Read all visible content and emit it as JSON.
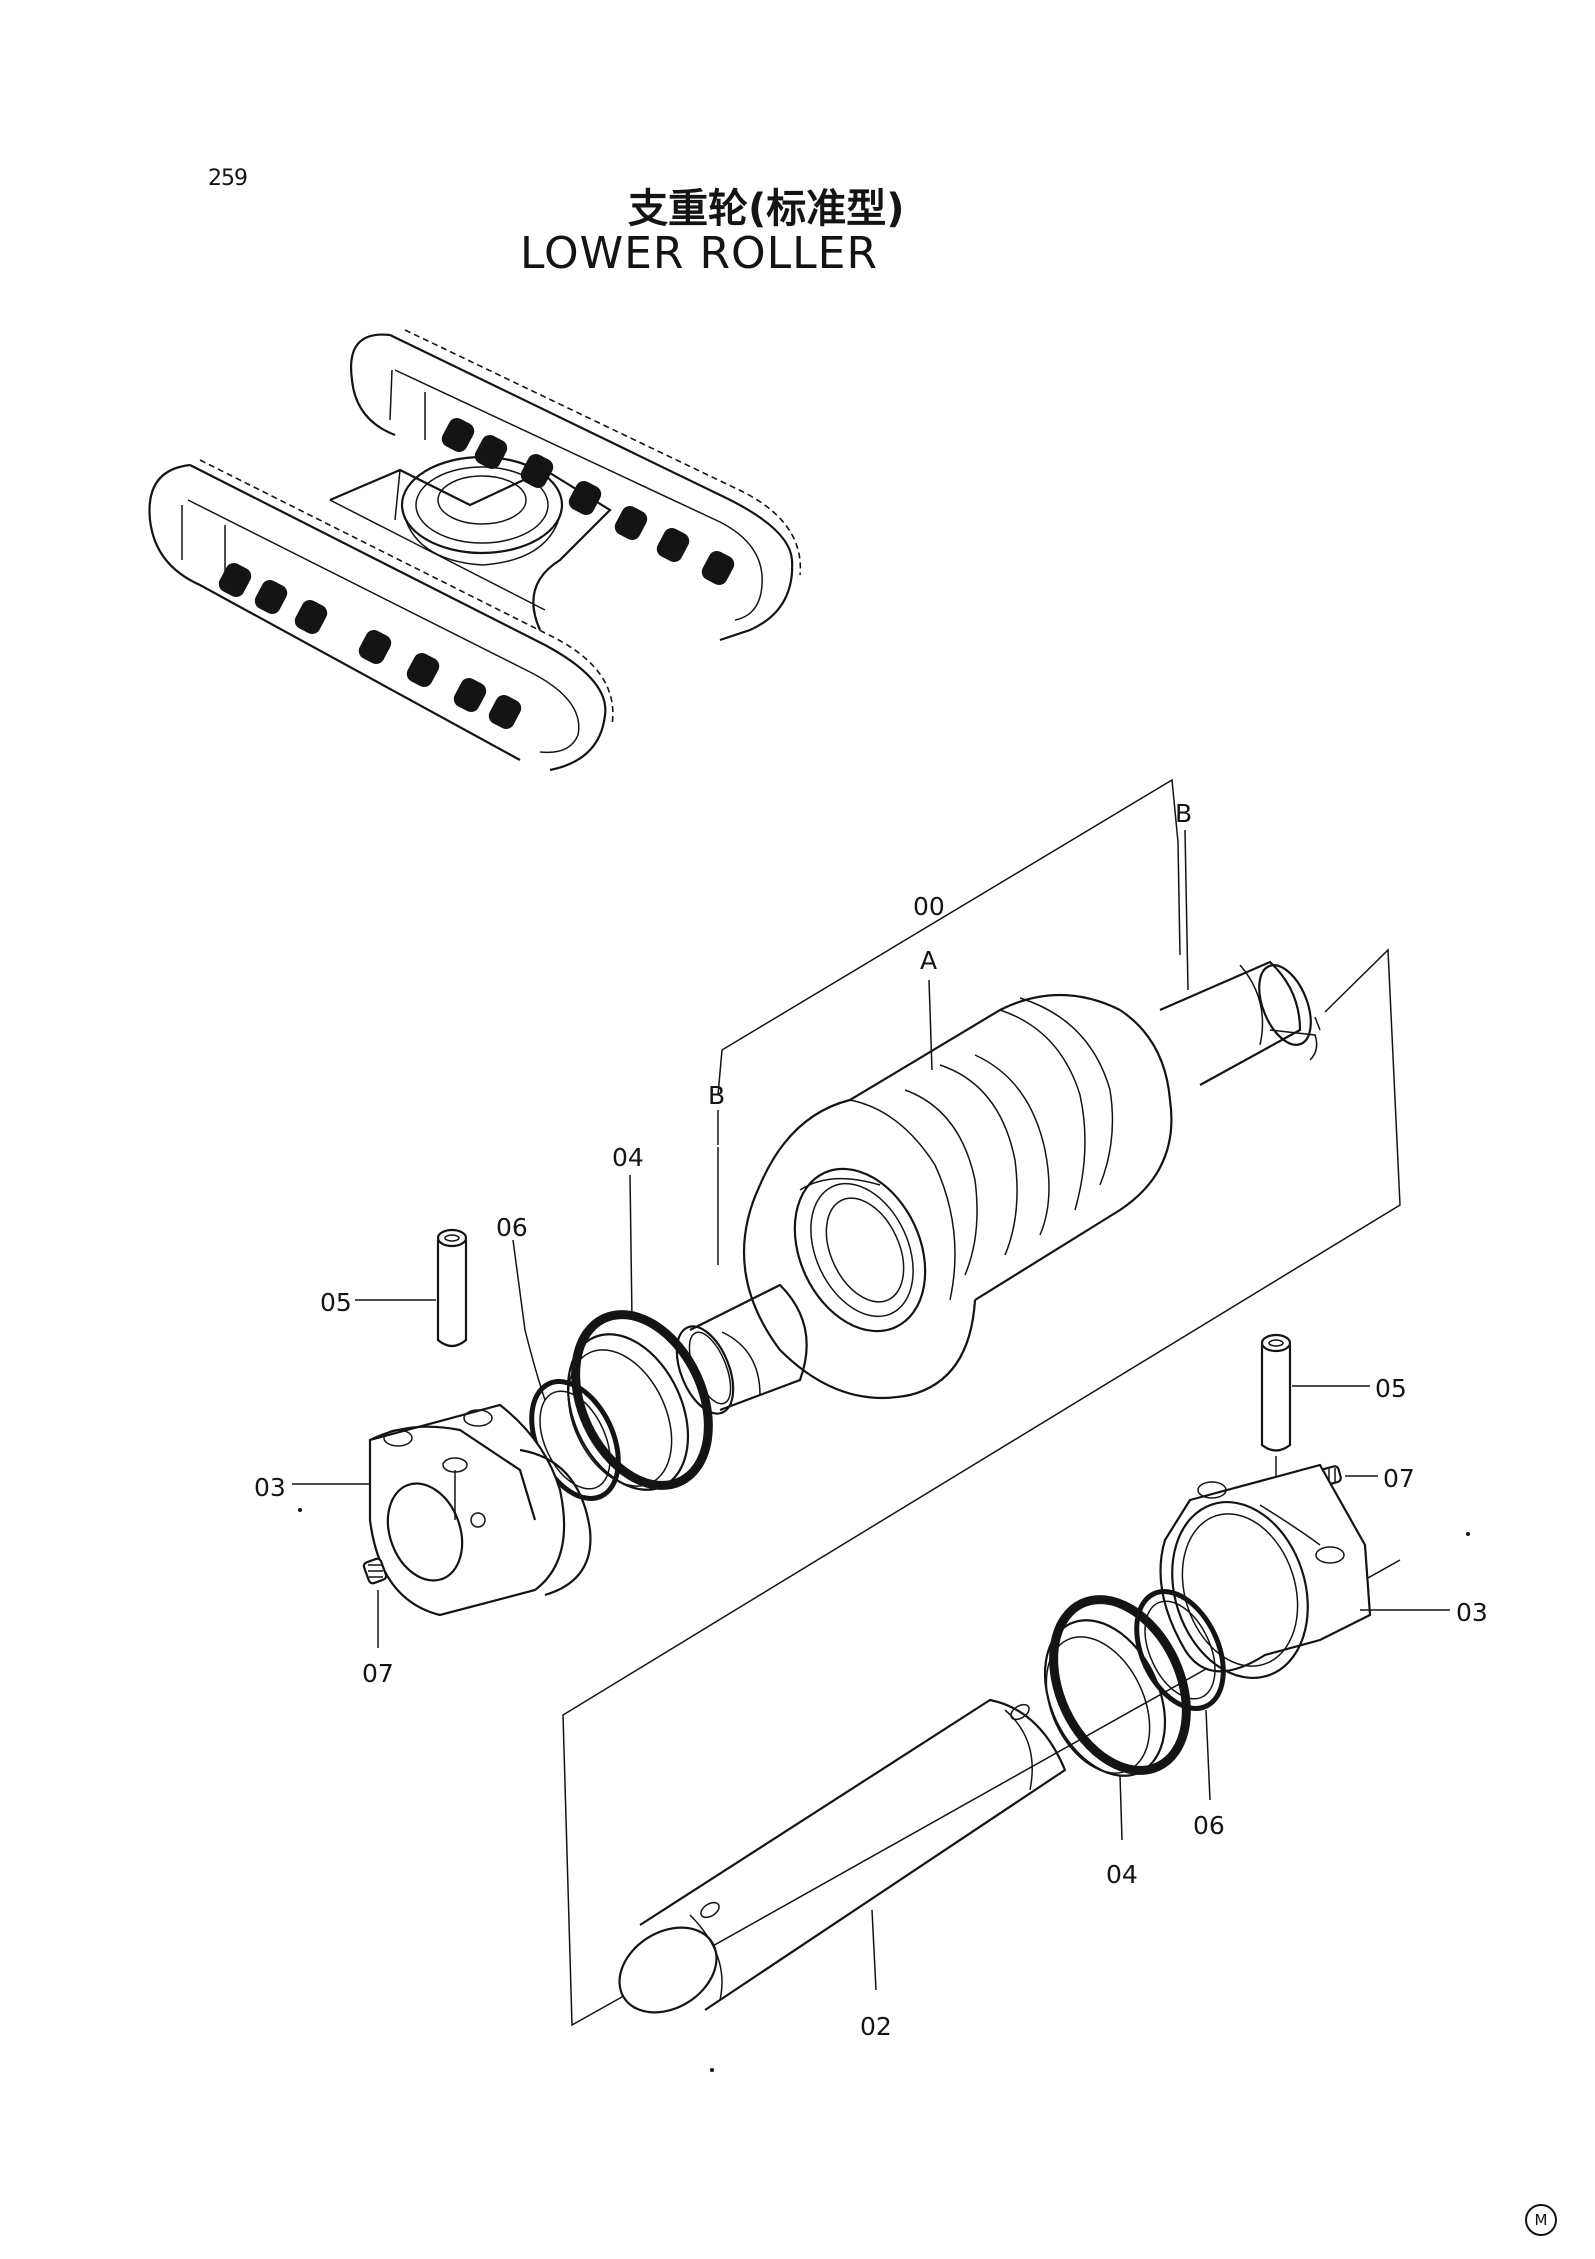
{
  "page": {
    "number": "259",
    "title_cn": "支重轮(标准型)",
    "title_en": "LOWER ROLLER",
    "logo_mark": "M"
  },
  "labels": {
    "assembly": "00",
    "group_a": "A",
    "group_b": "B",
    "shaft": "02",
    "collar": "03",
    "seal": "04",
    "pin": "05",
    "o_ring": "06",
    "plug": "07"
  }
}
